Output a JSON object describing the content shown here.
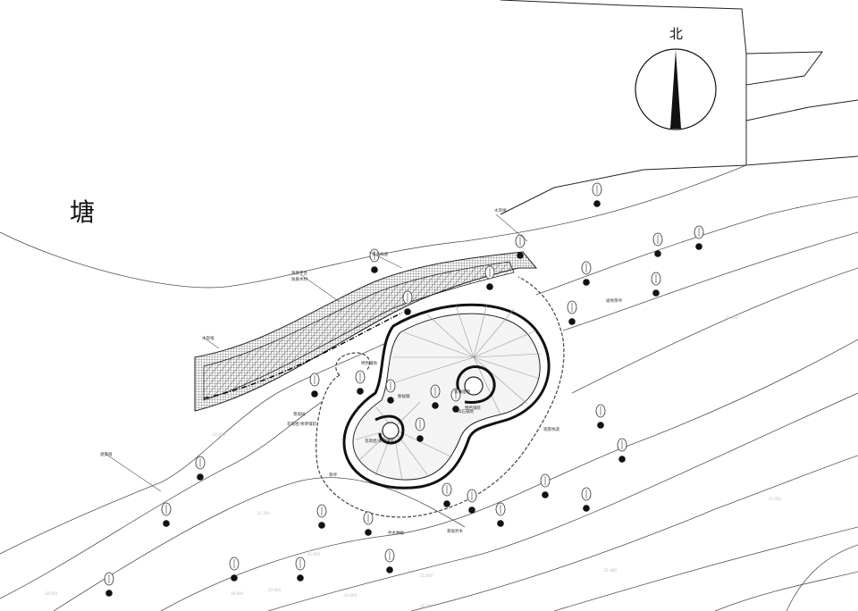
{
  "labels": {
    "pond": "塘",
    "north": "北"
  },
  "annotations": [
    "水岸线",
    "亲水栈道",
    "观景平台",
    "防腐木材",
    "水岸线",
    "透景线",
    "特色铺地",
    "耐候钢",
    "景观座椅",
    "碎石铺地",
    "花岗岩/青砖铺装",
    "景观树",
    "草坪",
    "乔木种植",
    "景观乔木",
    "坡地草坪",
    "观景栈道",
    "特色铺装",
    "花岗岩/青砖铺装"
  ],
  "elevations": [
    "21.850",
    "22.450",
    "21.500",
    "21.650",
    "21.800",
    "21.900",
    "21.950",
    "18.500",
    "18.600",
    "20.800",
    "20.900",
    "21.000"
  ],
  "colors": {
    "line": "#1a1a1a",
    "ground": "#c8c8c8",
    "fill": "#111111"
  }
}
